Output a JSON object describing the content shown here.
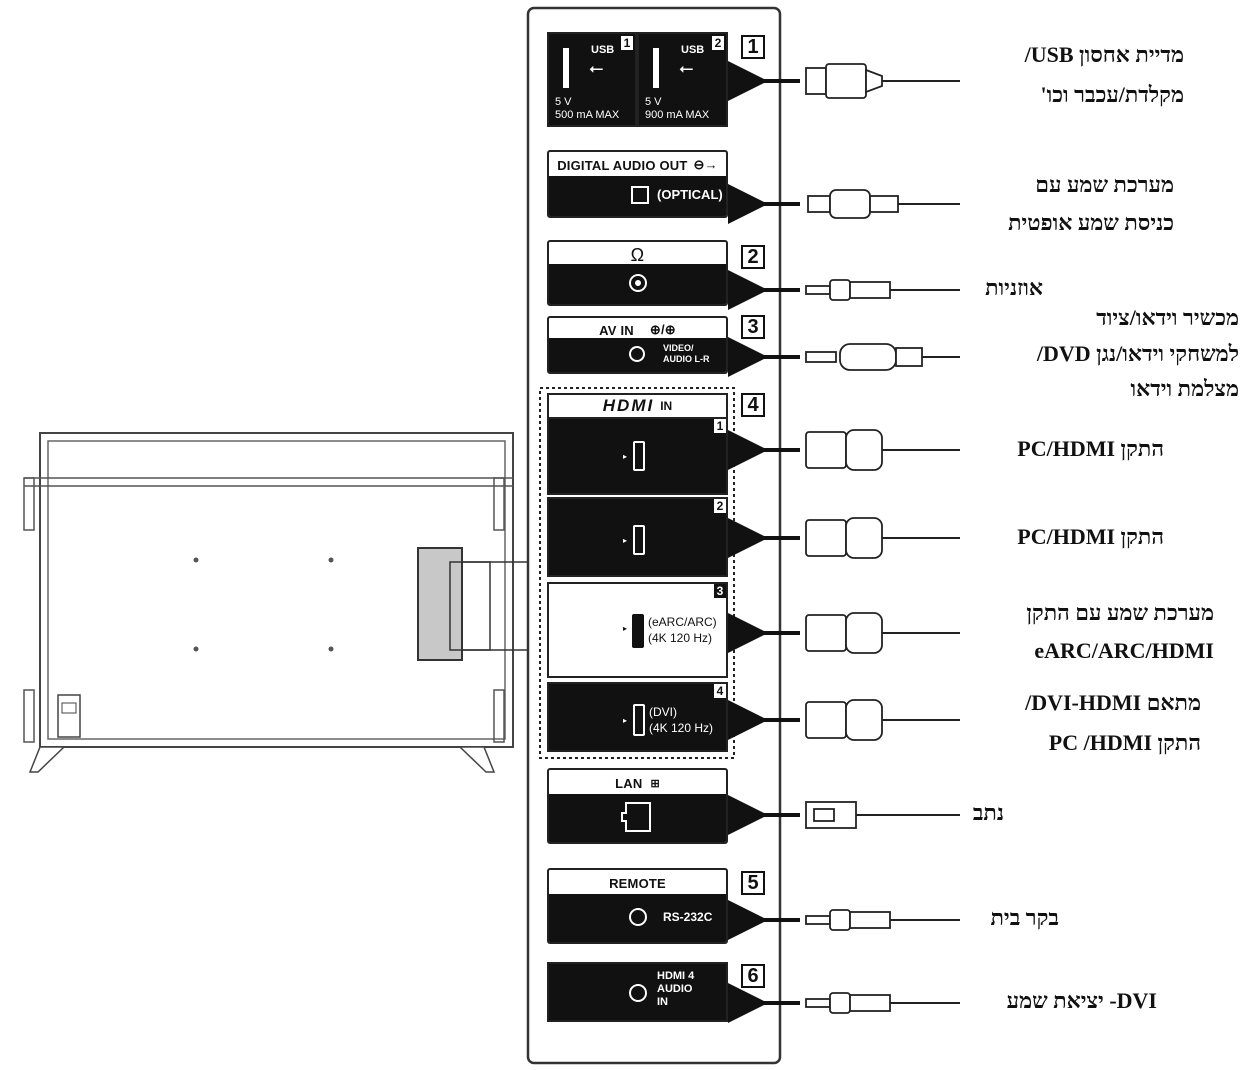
{
  "panel_numbers": [
    "1",
    "2",
    "3",
    "4",
    "5",
    "6"
  ],
  "usb": {
    "port1": {
      "title": "USB",
      "index": "1",
      "voltage": "5 V",
      "current": "500 mA MAX"
    },
    "port2": {
      "title": "USB",
      "index": "2",
      "voltage": "5 V",
      "current": "900 mA MAX"
    }
  },
  "optical": {
    "title": "DIGITAL AUDIO OUT",
    "label": "(OPTICAL)"
  },
  "headphone": {
    "title": "Ω"
  },
  "av_in": {
    "title": "AV IN",
    "label1": "VIDEO/",
    "label2": "AUDIO L-R"
  },
  "hdmi": {
    "title": "HDMI",
    "title_suffix": "IN",
    "ports": [
      {
        "index": "1",
        "line1": "",
        "line2": ""
      },
      {
        "index": "2",
        "line1": "",
        "line2": ""
      },
      {
        "index": "3",
        "line1": "(eARC/ARC)",
        "line2": "(4K 120 Hz)"
      },
      {
        "index": "4",
        "line1": "(DVI)",
        "line2": "(4K 120 Hz)"
      }
    ]
  },
  "lan": {
    "title": "LAN"
  },
  "remote": {
    "title": "REMOTE",
    "label": "RS-232C"
  },
  "hdmi4_audio": {
    "line1": "HDMI 4",
    "line2": "AUDIO",
    "line3": "IN"
  },
  "labels": {
    "usb": [
      "מדיית אחסון USB/",
      "מקלדת/עכבר וכו'"
    ],
    "optical": [
      "מערכת שמע עם",
      "כניסת שמע אופטית"
    ],
    "headphones": "אוזניות",
    "av": [
      "מכשיר וידאו/ציוד",
      "למשחקי וידאו/נגן DVD/",
      "מצלמת וידאו"
    ],
    "hdmi1": "התקן PC/HDMI",
    "hdmi2": "התקן PC/HDMI",
    "hdmi3": [
      "מערכת שמע עם התקן",
      "eARC/ARC/HDMI"
    ],
    "hdmi4": [
      "מתאם DVI-HDMI/",
      "התקן PC /HDMI"
    ],
    "lan": "נתב",
    "remote": "בקר בית",
    "dvi_audio": "DVI- יציאת שמע"
  }
}
